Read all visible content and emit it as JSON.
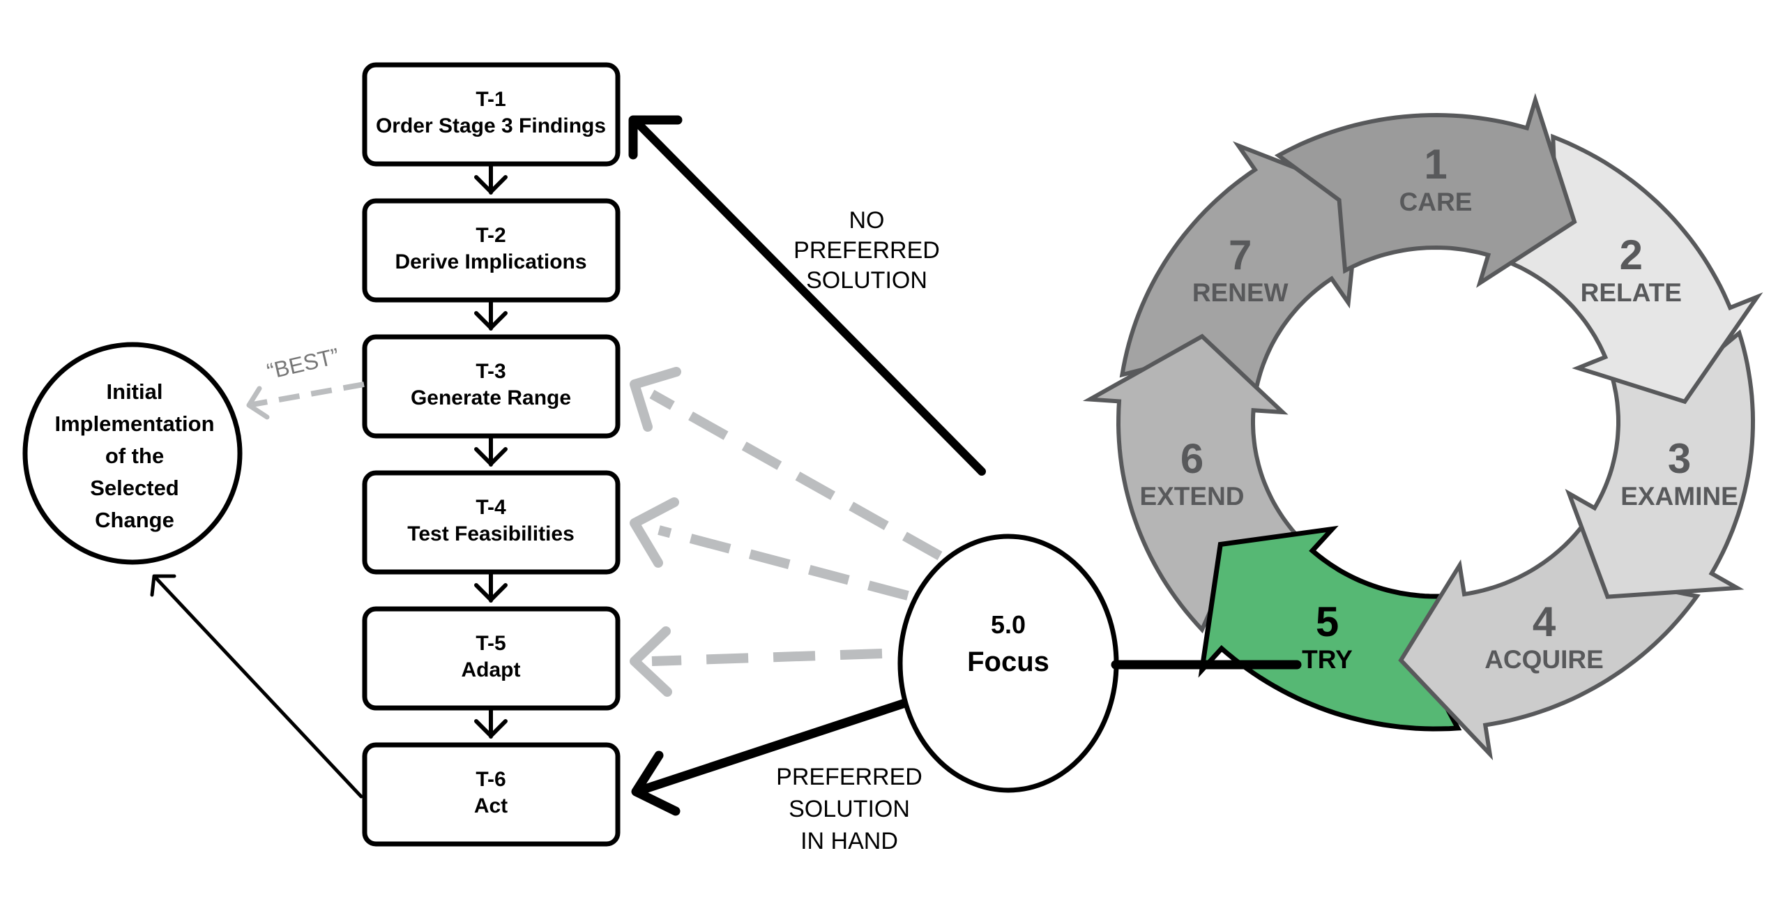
{
  "flow_steps": [
    {
      "id": "T-1",
      "label": "Order Stage 3 Findings"
    },
    {
      "id": "T-2",
      "label": "Derive Implications"
    },
    {
      "id": "T-3",
      "label": "Generate Range"
    },
    {
      "id": "T-4",
      "label": "Test Feasibilities"
    },
    {
      "id": "T-5",
      "label": "Adapt"
    },
    {
      "id": "T-6",
      "label": "Act"
    }
  ],
  "outcome": {
    "lines": [
      "Initial",
      "Implementation",
      "of the",
      "Selected",
      "Change"
    ]
  },
  "best_label": "“BEST”",
  "focus": {
    "number": "5.0",
    "label": "Focus"
  },
  "paths": {
    "no_preferred": [
      "NO",
      "PREFERRED",
      "SOLUTION"
    ],
    "preferred": [
      "PREFERRED",
      "SOLUTION",
      "IN HAND"
    ]
  },
  "cycle": {
    "stages": [
      {
        "number": "1",
        "label": "CARE",
        "color": "#9B9B9B"
      },
      {
        "number": "2",
        "label": "RELATE",
        "color": "#E6E6E6"
      },
      {
        "number": "3",
        "label": "EXAMINE",
        "color": "#D9D9D9"
      },
      {
        "number": "4",
        "label": "ACQUIRE",
        "color": "#CCCCCC"
      },
      {
        "number": "5",
        "label": "TRY",
        "color": "#56B874",
        "active": true
      },
      {
        "number": "6",
        "label": "EXTEND",
        "color": "#B5B5B5"
      },
      {
        "number": "7",
        "label": "RENEW",
        "color": "#A3A3A3"
      }
    ],
    "outline_color": "#58595B",
    "active_outline_color": "#000000"
  },
  "colors": {
    "line": "#000000",
    "dashed": "#BBBDBF",
    "best_text": "#777777"
  }
}
